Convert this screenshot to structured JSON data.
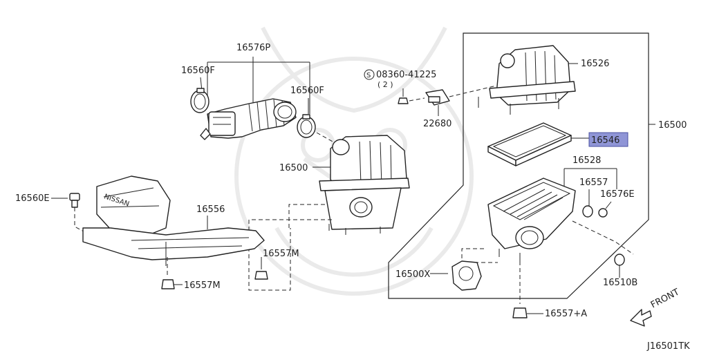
{
  "diagram": {
    "code": "J16501TK",
    "front_label": "FRONT",
    "bolt_symbol": "S",
    "labels": {
      "p16576P": "16576P",
      "p16560F_left": "16560F",
      "p16560F_right": "16560F",
      "p08360": "08360-41225",
      "p08360_qty": "( 2 )",
      "p16526": "16526",
      "p22680": "22680",
      "p16500_main": "16500",
      "p16500_box": "16500",
      "p16546": "16546",
      "p16528": "16528",
      "p16557": "16557",
      "p16576E": "16576E",
      "p16560E": "16560E",
      "p16556": "16556",
      "p16557M_right": "16557M",
      "p16557M_left": "16557M",
      "p16500X": "16500X",
      "p16510B": "16510B",
      "p16557A": "16557+A"
    },
    "highlighted_part": "16546",
    "highlight_color": "#8f95d6"
  }
}
